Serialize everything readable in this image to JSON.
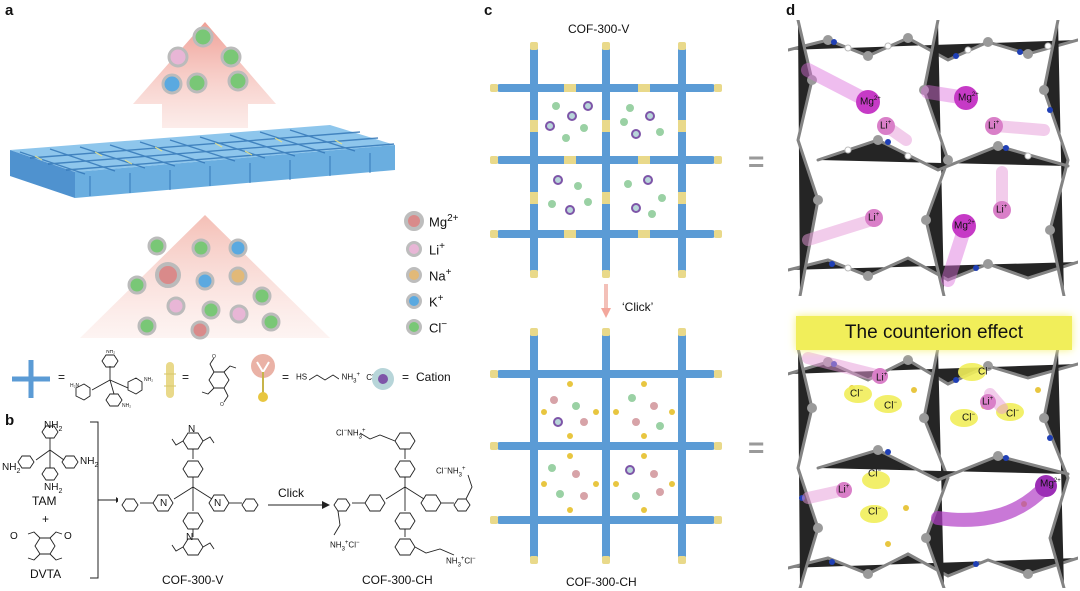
{
  "panels": {
    "a": {
      "label": "a",
      "legend": [
        {
          "ion": "Mg",
          "charge": "2+",
          "color": "#d98a8a",
          "ring": "#a7a7a7"
        },
        {
          "ion": "Li",
          "charge": "+",
          "color": "#e8b6d6",
          "ring": "#a7a7a7"
        },
        {
          "ion": "Na",
          "charge": "+",
          "color": "#e2b978",
          "ring": "#a7a7a7"
        },
        {
          "ion": "K",
          "charge": "+",
          "color": "#5aa9e0",
          "ring": "#a7a7a7"
        },
        {
          "ion": "Cl",
          "charge": "−",
          "color": "#79c776",
          "ring": "#a7a7a7"
        }
      ],
      "key": {
        "eq1": "=",
        "eq2": "=",
        "eq3": "=",
        "eq4": "=",
        "thiol": "HS",
        "ammonium": "NH",
        "ammonium_charge": "+",
        "chloride": "Cl",
        "chloride_charge": "−",
        "cation": "Cation"
      },
      "colors": {
        "framework": "#5b9bd5",
        "linker": "#e9d98a",
        "arrow": "#f2a9a0"
      }
    },
    "b": {
      "label": "b",
      "tam": "TAM",
      "plus": "+",
      "dvta": "DVTA",
      "click": "Click",
      "product_v": "COF-300-V",
      "product_ch": "COF-300-CH",
      "nh2": "NH",
      "nh2_sub": "2",
      "o": "O",
      "n": "N"
    },
    "c": {
      "label": "c",
      "top_title": "COF-300-V",
      "bottom_title": "COF-300-CH",
      "click": "‘Click’"
    },
    "d": {
      "label": "d",
      "banner": "The counterion effect",
      "top_ions": [
        {
          "ion": "Mg",
          "charge": "2+"
        },
        {
          "ion": "Mg",
          "charge": "2+"
        },
        {
          "ion": "Li",
          "charge": "+"
        },
        {
          "ion": "Li",
          "charge": "+"
        },
        {
          "ion": "Li",
          "charge": "+"
        },
        {
          "ion": "Li",
          "charge": "+"
        },
        {
          "ion": "Mg",
          "charge": "2+"
        }
      ],
      "bottom_ions": [
        {
          "ion": "Cl",
          "charge": "−"
        },
        {
          "ion": "Li",
          "charge": "+"
        },
        {
          "ion": "Cl",
          "charge": "−"
        },
        {
          "ion": "Cl",
          "charge": "−"
        },
        {
          "ion": "Cl",
          "charge": "−"
        },
        {
          "ion": "Li",
          "charge": "+"
        },
        {
          "ion": "Cl",
          "charge": "−"
        },
        {
          "ion": "Li",
          "charge": "+"
        },
        {
          "ion": "Cl",
          "charge": "−"
        },
        {
          "ion": "Cl",
          "charge": "−"
        },
        {
          "ion": "Mg",
          "charge": "2+"
        }
      ]
    },
    "equals": "="
  }
}
